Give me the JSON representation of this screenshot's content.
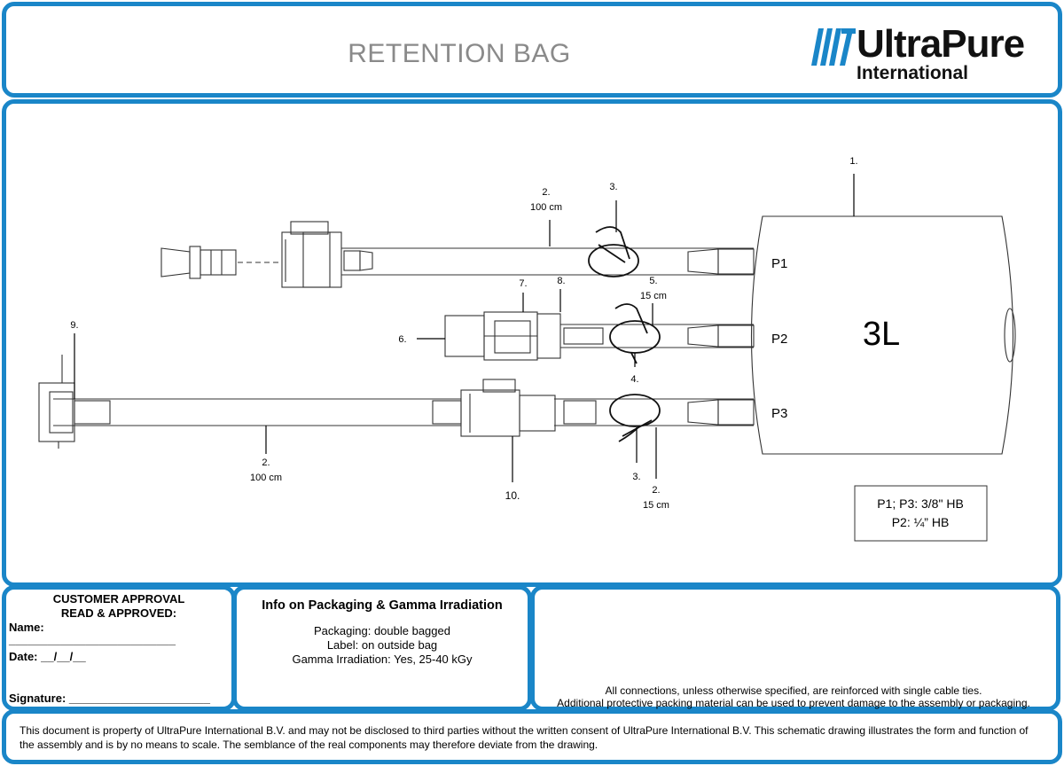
{
  "header": {
    "title": "RETENTION BAG",
    "logo_main": "UltraPure",
    "logo_sub": "International"
  },
  "drawing": {
    "bag_volume": "3L",
    "ports": [
      "P1",
      "P2",
      "P3"
    ],
    "callouts": {
      "c1": "1.",
      "c2_top": "2.",
      "c2_top_len": "100 cm",
      "c3_top": "3.",
      "c7": "7.",
      "c8": "8.",
      "c5": "5.",
      "c5_len": "15 cm",
      "c6": "6.",
      "c9": "9.",
      "c4": "4.",
      "c2_left": "2.",
      "c2_left_len": "100 cm",
      "c10": "10.",
      "c3_bottom": "3.",
      "c2_bottom": "2.",
      "c2_bottom_len": "15 cm"
    },
    "port_legend": [
      "P1; P3: 3/8\" HB",
      "P2: ¼” HB"
    ]
  },
  "approval": {
    "title_line1": "CUSTOMER APPROVAL",
    "title_line2": "READ & APPROVED:",
    "name_label": "Name:",
    "name_line": "__________________________",
    "date_label": "Date:  __/__/__",
    "signature_label": "Signature: ______________________"
  },
  "packaging": {
    "heading": "Info on Packaging & Gamma Irradiation",
    "line1": "Packaging: double bagged",
    "line2": "Label: on outside bag",
    "line3": "Gamma Irradiation: Yes, 25-40 kGy"
  },
  "notes": {
    "line1": "All connections, unless otherwise specified, are reinforced with single cable ties.",
    "line2": "Additional protective packing material can be used to prevent damage to the assembly or packaging."
  },
  "disclaimer": {
    "text": "This document is property of UltraPure International B.V. and may not be disclosed to third parties without the written consent of UltraPure International B.V. This schematic drawing illustrates the form and function of the assembly and is by no means to scale. The semblance of the real components may therefore deviate from the drawing."
  },
  "colors": {
    "border": "#1a86c8",
    "logo_accent": "#1a86c8",
    "title_gray": "#8a8a8a"
  }
}
